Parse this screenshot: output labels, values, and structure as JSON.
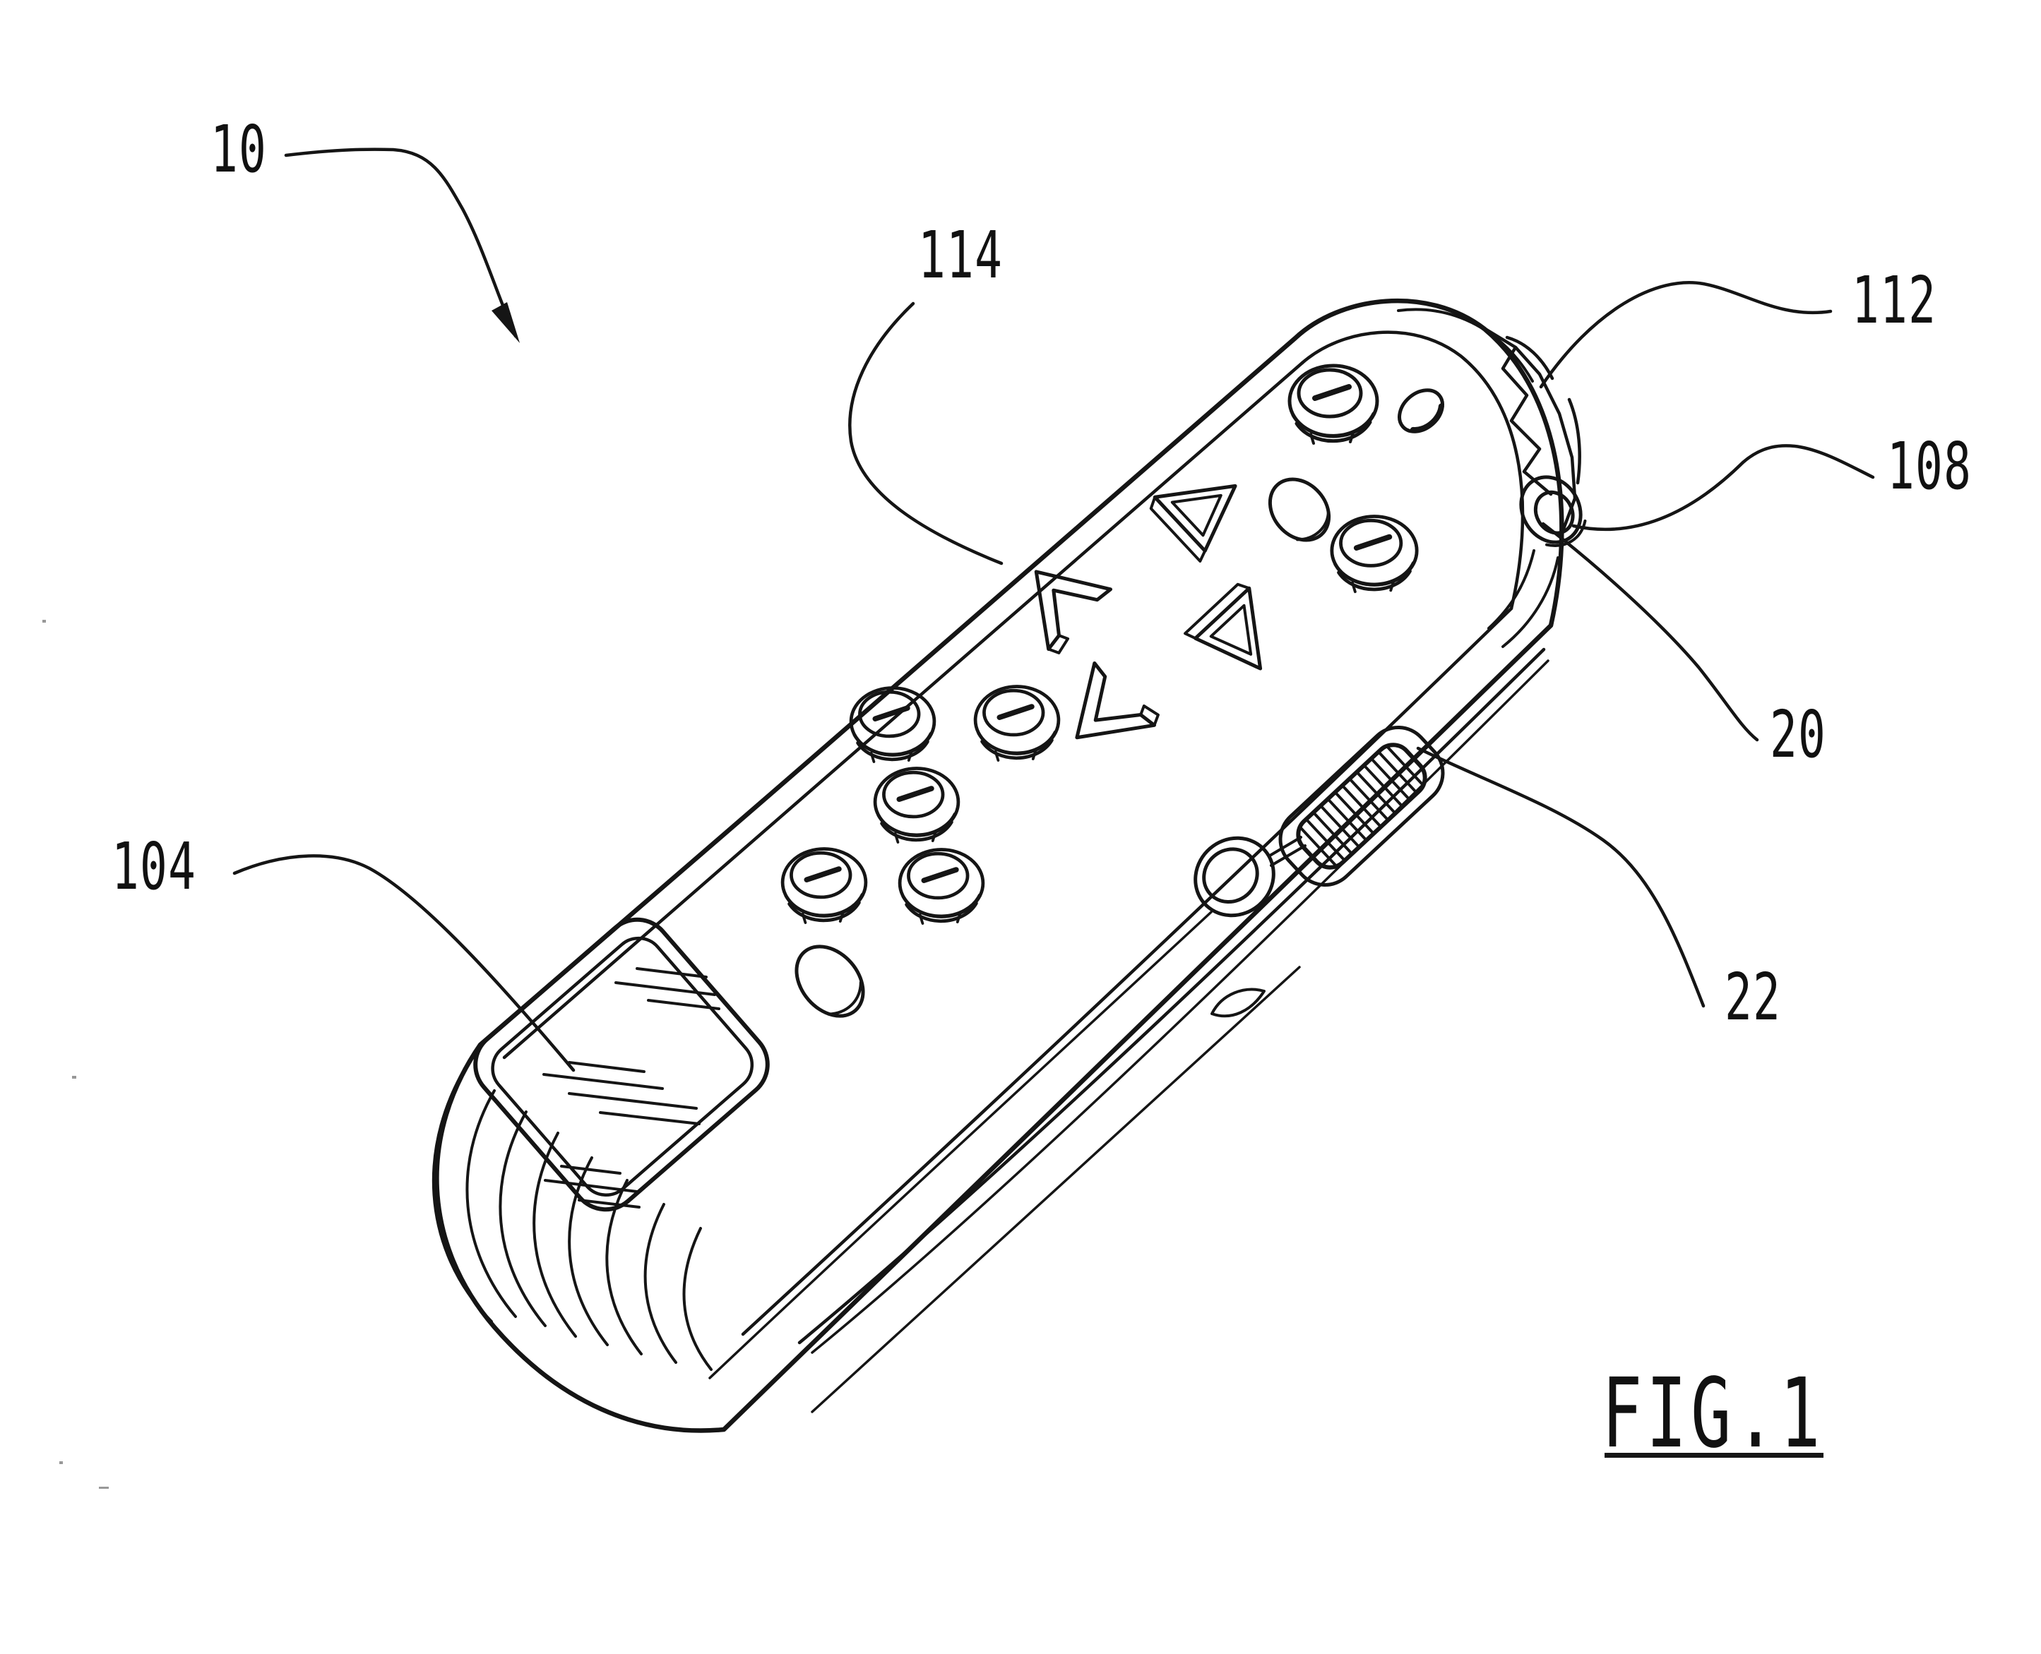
{
  "figure": {
    "caption": "FIG.1",
    "reference_labels": [
      {
        "id": "10",
        "text": "10"
      },
      {
        "id": "114",
        "text": "114"
      },
      {
        "id": "112",
        "text": "112"
      },
      {
        "id": "108",
        "text": "108"
      },
      {
        "id": "20",
        "text": "20"
      },
      {
        "id": "22",
        "text": "22"
      },
      {
        "id": "104",
        "text": "104"
      }
    ]
  }
}
